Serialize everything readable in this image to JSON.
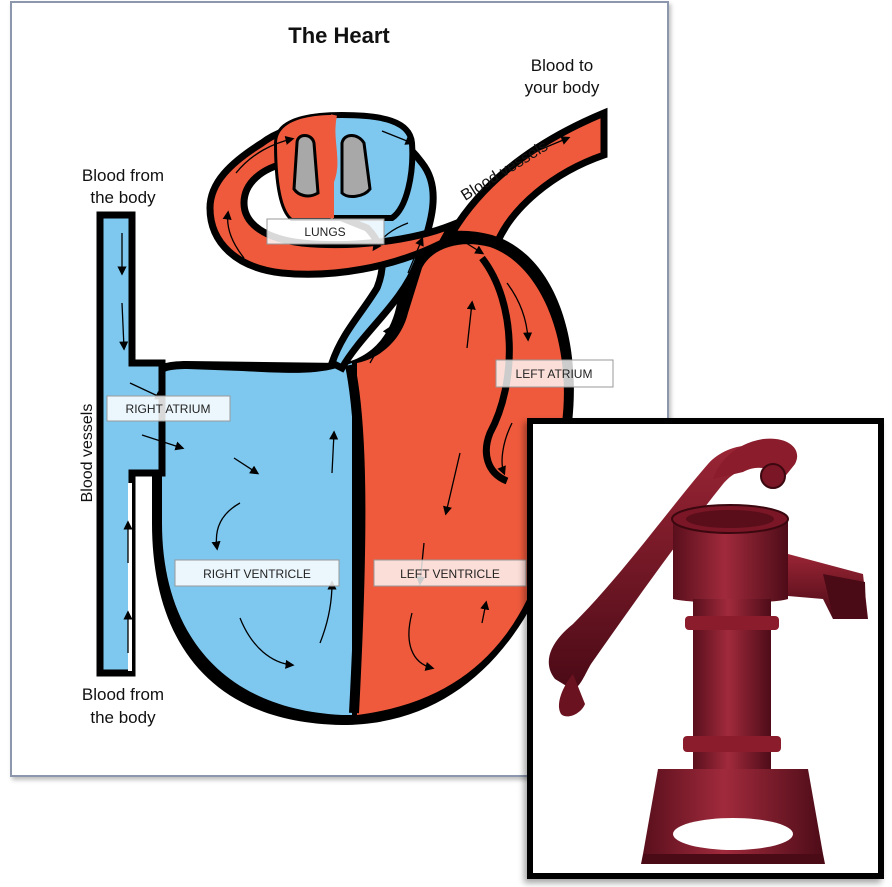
{
  "diagram": {
    "title": "The Heart",
    "labels": {
      "blood_to_body_1": "Blood to",
      "blood_to_body_2": "your body",
      "blood_from_body_top_1": "Blood from",
      "blood_from_body_top_2": "the body",
      "blood_from_body_bottom_1": "Blood from",
      "blood_from_body_bottom_2": "the body",
      "blood_vessels_right": "Blood vessels",
      "blood_vessels_left": "Blood vessels",
      "lungs": "LUNGS",
      "right_atrium": "RIGHT ATRIUM",
      "left_atrium": "LEFT ATRIUM",
      "right_ventricle": "RIGHT VENTRICLE",
      "left_ventricle": "LEFT VENTRICLE"
    },
    "colors": {
      "deoxygenated": "#7ec8f0",
      "oxygenated": "#ef5a3c",
      "outline": "#000000",
      "lung_gray": "#a8a8a8",
      "panel_border": "#8c97ad"
    }
  },
  "pump_image": {
    "subject": "red cast-iron hand water pump",
    "color": "#8a1c2c"
  }
}
